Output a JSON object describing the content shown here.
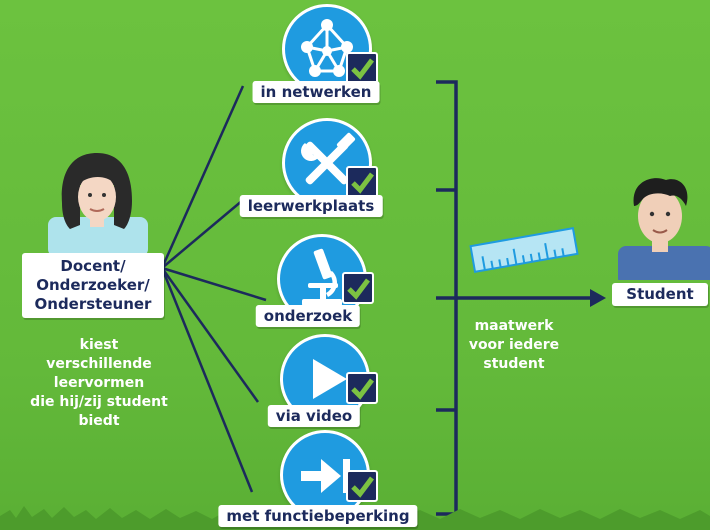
{
  "docent": {
    "label_lines": [
      "Docent/",
      "Onderzoeker/",
      "Ondersteuner"
    ],
    "description_lines": [
      "kiest",
      "verschillende",
      "leervormen",
      "die hij/zij student",
      "biedt"
    ]
  },
  "learning_forms": [
    {
      "label": "in netwerken",
      "icon": "network-icon"
    },
    {
      "label": "leerwerkplaats",
      "icon": "tools-icon"
    },
    {
      "label": "onderzoek",
      "icon": "microscope-icon"
    },
    {
      "label": "via video",
      "icon": "play-icon"
    },
    {
      "label": "met functiebeperking",
      "icon": "arrow-bar-icon"
    }
  ],
  "middle": {
    "description_lines": [
      "maatwerk",
      "voor iedere",
      "student"
    ],
    "ruler_icon": "ruler-icon"
  },
  "student": {
    "label": "Student"
  },
  "colors": {
    "background": "#65bb3b",
    "navy": "#1c2a5c",
    "icon_blue": "#1f9be0",
    "check_green": "#7cc242"
  }
}
